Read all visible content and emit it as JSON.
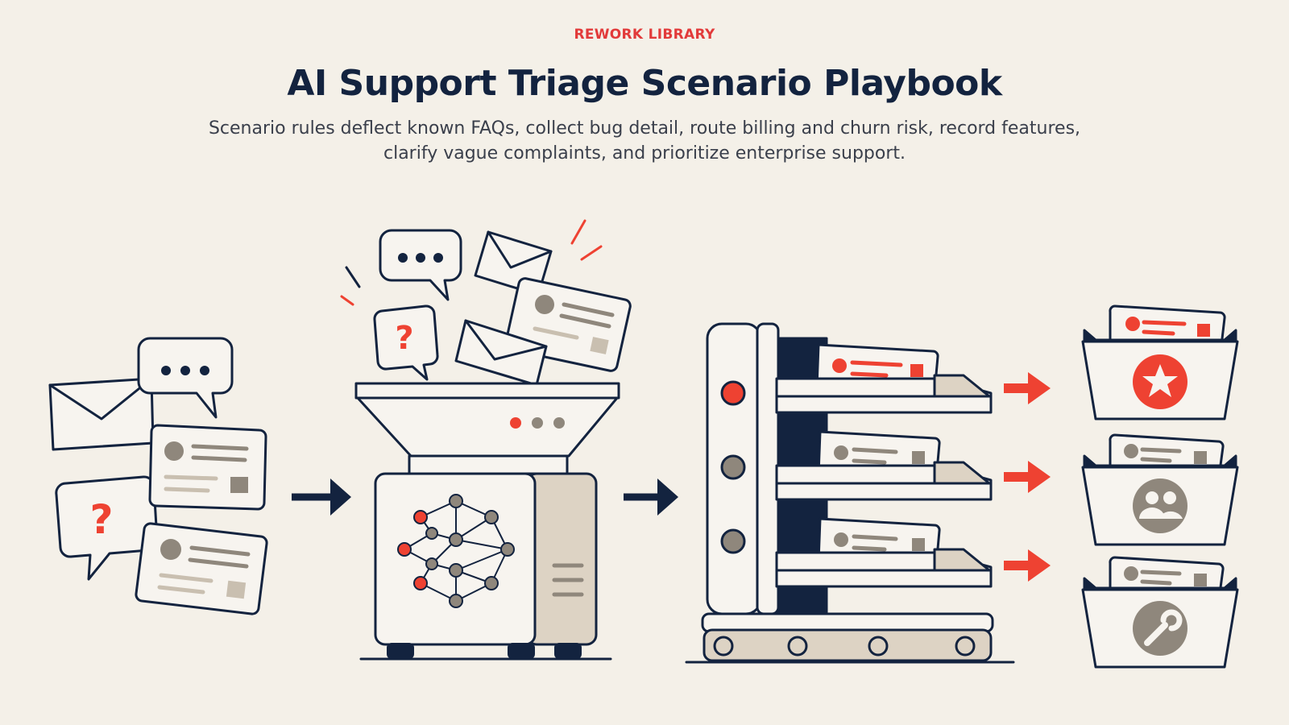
{
  "header": {
    "eyebrow": "REWORK LIBRARY",
    "title": "AI Support Triage Scenario Playbook",
    "subtitle": "Scenario rules deflect known FAQs, collect bug detail, route billing and churn risk, record features, clarify vague complaints, and prioritize enterprise support."
  },
  "colors": {
    "navy": "#13233f",
    "accent": "#ee4232",
    "gray": "#8f877c",
    "beige": "#ddd3c4",
    "paper": "#f4f0e8"
  },
  "icons": {
    "incoming": [
      "envelope-icon",
      "chat-bubble-icon",
      "question-bubble-icon",
      "ticket-card-icon"
    ],
    "processor": "neural-network-icon",
    "outputs": [
      "star-icon",
      "team-icon",
      "wrench-icon"
    ]
  },
  "buckets": [
    {
      "icon": "star-icon",
      "highlight": true
    },
    {
      "icon": "team-icon",
      "highlight": false
    },
    {
      "icon": "wrench-icon",
      "highlight": false
    }
  ]
}
